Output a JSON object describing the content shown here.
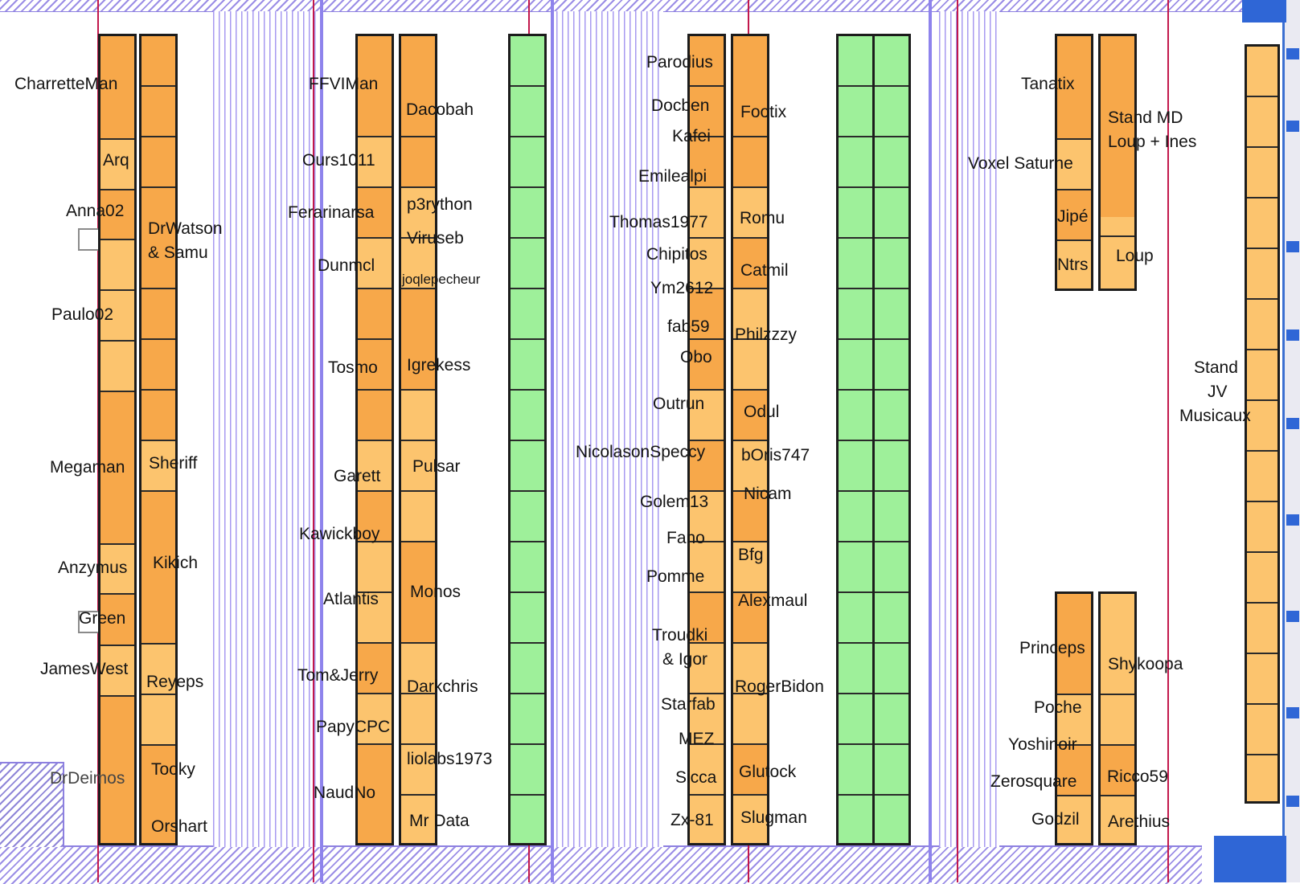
{
  "labels": {
    "charretteman": "CharretteMan",
    "arq": "Arq",
    "anna02": "Anna02",
    "drwatson1": "DrWatson",
    "drwatson2": "& Samu",
    "paulo02": "Paulo02",
    "megaman": "Megaman",
    "sheriff": "Sheriff",
    "anzymus": "Anzymus",
    "kikich": "Kikich",
    "green": "Green",
    "jameswest": "JamesWest",
    "reyeps": "Reyeps",
    "drdeimos": "DrDeimos",
    "tooky": "Tooky",
    "orshart": "Orshart",
    "ffviman": "FFVIMan",
    "dacobah": "Dacobah",
    "ours1011": "Ours1011",
    "ferarinarsa": "Ferarinarsa",
    "p3rython": "p3rython",
    "viruseb": "Viruseb",
    "dunmcl": "Dunmcl",
    "joqlepecheur": "joqlepecheur",
    "tosmo": "Tosmo",
    "igrekess": "Igrekess",
    "garett": "Garett",
    "pulsar": "Pulsar",
    "kawickboy": "Kawickboy",
    "atlantis": "Atlantis",
    "monos": "Monos",
    "tomjerry": "Tom&Jerry",
    "darkchris": "Darkchris",
    "papycpc": "PapyCPC",
    "liolabs": "liolabs1973",
    "naudno": "NaudNo",
    "mrdata": "Mr Data",
    "parodius": "Parodius",
    "docben": "Docben",
    "kafei": "Kafei",
    "footix": "Footix",
    "emilealpi": "Emilealpi",
    "thomas1977": "Thomas1977",
    "romu": "Romu",
    "chipitos": "Chipitos",
    "catmil": "Catmil",
    "ym2612": "Ym2612",
    "fab59": "fab59",
    "philzzzy": "Philzzzy",
    "obo": "Obo",
    "outrun": "Outrun",
    "odul": "Odul",
    "nicolas": "NicolasonSpeccy",
    "boris": "bOris747",
    "golem13": "Golem13",
    "nicam": "Nicam",
    "fano": "Fano",
    "bfg": "Bfg",
    "pomme": "Pomme",
    "alexmaul": "Alexmaul",
    "troudki1": "Troudki",
    "troudki2": "& Igor",
    "rogerbidon": "RogerBidon",
    "starfab": "Starfab",
    "mez": "MEZ",
    "sicca": "Sicca",
    "glutock": "Glutock",
    "zx81": "Zx-81",
    "slugman": "Slugman",
    "tanatix": "Tanatix",
    "standmd1": "Stand MD",
    "standmd2": "Loup + Ines",
    "voxel": "Voxel Saturne",
    "jipe": "Jipé",
    "ntrs": "Ntrs",
    "loup": "Loup",
    "standjv1": "Stand",
    "standjv2": "JV",
    "standjv3": "Musicaux",
    "princeps": "Princeps",
    "shykoopa": "Shykoopa",
    "poche": "Poche",
    "yoshinoir": "Yoshinoir",
    "zerosquare": "Zerosquare",
    "ricco59": "Ricco59",
    "godzil": "Godzil",
    "arethius": "Arethius"
  },
  "colors": {
    "orange": "#f7a84a",
    "light_orange": "#fcc46e",
    "green": "#9ef09a",
    "hatch": "#9b8ee6",
    "red_line": "#c2184c"
  }
}
